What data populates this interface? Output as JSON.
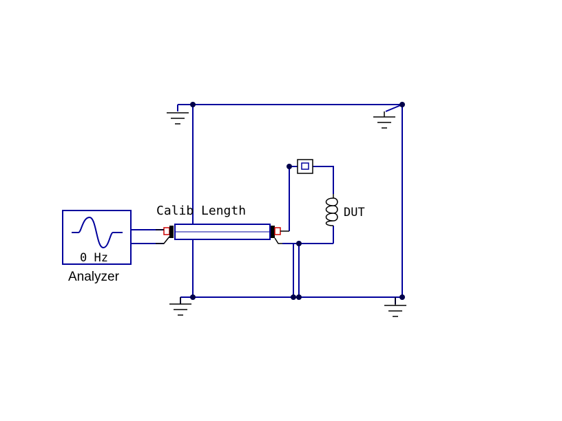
{
  "labels": {
    "calib": "Calib Length",
    "dut": "DUT",
    "freq": "0 Hz",
    "analyzer": "Analyzer"
  },
  "colors": {
    "wire": "#00009c",
    "black": "#000000",
    "port": "#cc0000",
    "background": "#ffffff"
  },
  "icons": {
    "ground": "ground-symbol",
    "inductor": "coil-icon",
    "sine": "sine-wave-icon",
    "junction": "junction-dot"
  }
}
